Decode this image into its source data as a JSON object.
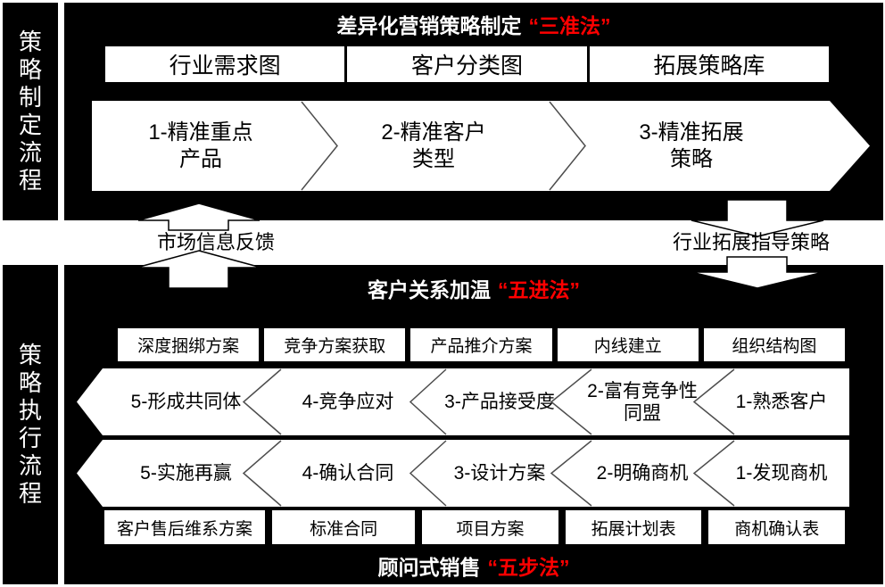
{
  "colors": {
    "panel_bg": "#000000",
    "box_bg": "#ffffff",
    "text_light": "#ffffff",
    "text_dark": "#000000",
    "accent_red": "#ff0000"
  },
  "sidebar_top": {
    "label": "策略制定流程"
  },
  "sidebar_bottom": {
    "label": "策略执行流程"
  },
  "top_panel": {
    "title": "差异化营销策略制定",
    "title_highlight": "“三准法”",
    "boxes": [
      "行业需求图",
      "客户分类图",
      "拓展策略库"
    ],
    "steps": [
      {
        "line1": "1-精准重点",
        "line2": "产品"
      },
      {
        "line1": "2-精准客户",
        "line2": "类型"
      },
      {
        "line1": "3-精准拓展",
        "line2": "策略"
      }
    ]
  },
  "connectors": {
    "feedback_label": "市场信息反馈",
    "guidance_label": "行业拓展指导策略"
  },
  "bottom_panel": {
    "title": "客户关系加温",
    "title_highlight": "“五进法”",
    "tool_boxes": [
      "深度捆绑方案",
      "竞争方案获取",
      "产品推介方案",
      "内线建立",
      "组织结构图"
    ],
    "warming_steps": [
      {
        "line1": "5-形成共同体"
      },
      {
        "line1": "4-竞争应对"
      },
      {
        "line1": "3-产品接受度"
      },
      {
        "line1": "2-富有竞争性",
        "line2": "同盟"
      },
      {
        "line1": "1-熟悉客户"
      }
    ],
    "selling_steps": [
      {
        "line1": "5-实施再赢"
      },
      {
        "line1": "4-确认合同"
      },
      {
        "line1": "3-设计方案"
      },
      {
        "line1": "2-明确商机"
      },
      {
        "line1": "1-发现商机"
      }
    ],
    "doc_boxes": [
      "客户售后维系方案",
      "标准合同",
      "项目方案",
      "拓展计划表",
      "商机确认表"
    ],
    "footer_title": "顾问式销售",
    "footer_highlight": "“五步法”"
  }
}
